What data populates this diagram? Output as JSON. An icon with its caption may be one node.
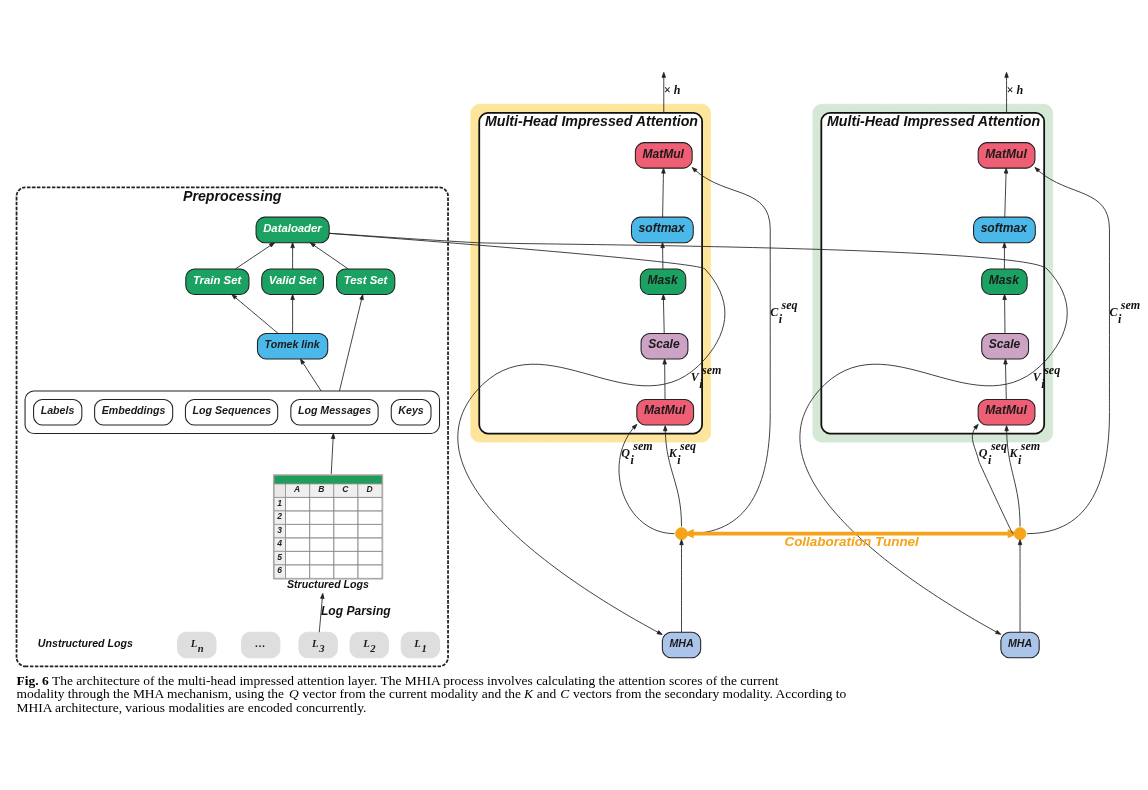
{
  "diagram": {
    "caption": "**Fig. 6** The architecture of the multi-head impressed attention layer. The MHIA process involves calculating the attention scores of the current modality through the MHA mechanism, using the *Q* vector from the current modality and the *K* and *C* vectors from the secondary modality. According to MHIA architecture, various modalities are encoded concurrently.",
    "nodes": [
      {
        "text": [
          "Preprocessing"
        ]
      },
      {
        "text": [
          "L$_{1}$"
        ],
        "in": 0
      },
      {
        "text": [
          "L$_{2}$"
        ],
        "in": 0
      },
      {
        "text": [
          "L$_{3}$"
        ],
        "in": 0
      },
      {
        "text": [
          "…"
        ],
        "in": 0
      },
      {
        "text": [
          "L$_{n}$"
        ],
        "in": 0
      },
      {
        "text": [
          "A",
          "B",
          "C",
          "D",
          "1",
          "2",
          "3",
          "4",
          "5",
          "6"
        ],
        "beside": [
          "Structured Logs"
        ],
        "in": 0
      },
      {
        "text": [],
        "shape": "box",
        "in": 0
      },
      {
        "text": [
          "Keys"
        ],
        "in": 7
      },
      {
        "text": [
          "Log Messages"
        ],
        "in": 7
      },
      {
        "text": [
          "Log Sequences"
        ],
        "in": 7
      },
      {
        "text": [
          "Embeddings"
        ],
        "in": 7
      },
      {
        "text": [
          "Labels"
        ],
        "in": 7
      },
      {
        "text": [
          "Tomek link"
        ],
        "in": 0
      },
      {
        "text": [
          "Train Set"
        ],
        "in": 0
      },
      {
        "text": [
          "Valid Set"
        ],
        "in": 0
      },
      {
        "text": [
          "Test Set"
        ],
        "in": 0
      },
      {
        "text": [
          "Dataloader"
        ],
        "in": 0
      },
      {
        "text": [],
        "shape": "box"
      },
      {
        "text": [
          "Multi-Head Impressed Attention"
        ],
        "in": 18
      },
      {
        "text": [
          "MatMul"
        ],
        "in": 19
      },
      {
        "text": [
          "softmax"
        ],
        "in": 19
      },
      {
        "text": [
          "Mask"
        ],
        "in": 19
      },
      {
        "text": [
          "Scale"
        ],
        "in": 19
      },
      {
        "text": [
          "MatMul"
        ],
        "in": 19
      },
      {
        "text": [],
        "shape": "circle"
      },
      {
        "text": [],
        "shape": "box"
      },
      {
        "text": [
          "Multi-Head Impressed Attention"
        ],
        "in": 26
      },
      {
        "text": [
          "MatMul"
        ],
        "in": 27
      },
      {
        "text": [
          "softmax"
        ],
        "in": 27
      },
      {
        "text": [
          "Mask"
        ],
        "in": 27
      },
      {
        "text": [
          "Scale"
        ],
        "in": 27
      },
      {
        "text": [
          "MatMul"
        ],
        "in": 27
      },
      {
        "text": [],
        "shape": "circle"
      },
      {
        "text": [
          "MHA"
        ]
      },
      {
        "text": [
          "MHA"
        ]
      }
    ],
    "edges": [
      {
        "from": 3,
        "to": 6,
        "arrow": "to",
        "label": "Log Parsing"
      },
      {
        "from": 6,
        "to": 7,
        "arrow": "to"
      },
      {
        "from": 7,
        "to": 13,
        "arrow": "to"
      },
      {
        "from": 7,
        "to": 16,
        "arrow": "to"
      },
      {
        "from": 13,
        "to": 14,
        "arrow": "to"
      },
      {
        "from": 13,
        "to": 15,
        "arrow": "to"
      },
      {
        "from": 14,
        "to": 17,
        "arrow": "to"
      },
      {
        "from": 15,
        "to": 17,
        "arrow": "to"
      },
      {
        "from": 16,
        "to": 17,
        "arrow": "to"
      },
      {
        "from": 24,
        "to": 23,
        "arrow": "to"
      },
      {
        "from": 23,
        "to": 22,
        "arrow": "to"
      },
      {
        "from": 22,
        "to": 21,
        "arrow": "to"
      },
      {
        "from": 21,
        "to": 20,
        "arrow": "to"
      },
      {
        "from": 25,
        "to": 24,
        "arrow": "to",
        "label": "Q$_{i}$$^{sem}$"
      },
      {
        "from": 25,
        "to": 24,
        "arrow": "to",
        "label": "K$_{i}$$^{seq}$"
      },
      {
        "from": 25,
        "to": 20,
        "arrow": "to",
        "label": "C$_{i}$$^{seq}$"
      },
      {
        "from": 19,
        "to": null,
        "arrow": "to",
        "label": "× h"
      },
      {
        "from": 32,
        "to": 31,
        "arrow": "to"
      },
      {
        "from": 31,
        "to": 30,
        "arrow": "to"
      },
      {
        "from": 30,
        "to": 29,
        "arrow": "to"
      },
      {
        "from": 29,
        "to": 28,
        "arrow": "to"
      },
      {
        "from": 33,
        "to": 32,
        "arrow": "to",
        "label": "Q$_{i}$$^{seq}$"
      },
      {
        "from": 33,
        "to": 32,
        "arrow": "to",
        "label": "K$_{i}$$^{sem}$"
      },
      {
        "from": 33,
        "to": 28,
        "arrow": "to",
        "label": "C$_{i}$$^{sem}$"
      },
      {
        "from": 27,
        "to": null,
        "arrow": "to",
        "label": "× h"
      },
      {
        "from": 17,
        "to": 34,
        "arrow": "to",
        "label": "V$_{i}$$^{sem}$"
      },
      {
        "from": 17,
        "to": 35,
        "arrow": "to",
        "label": "V$_{i}$$^{seq}$"
      },
      {
        "from": 34,
        "to": 25,
        "arrow": "to"
      },
      {
        "from": 35,
        "to": 33,
        "arrow": "to"
      },
      {
        "from": 25,
        "to": 33,
        "arrow": "both",
        "label": "Collaboration Tunnel",
        "style": "thick",
        "color": "#f5a31a"
      }
    ],
    "labels": [
      "Unstructured Logs"
    ]
  }
}
